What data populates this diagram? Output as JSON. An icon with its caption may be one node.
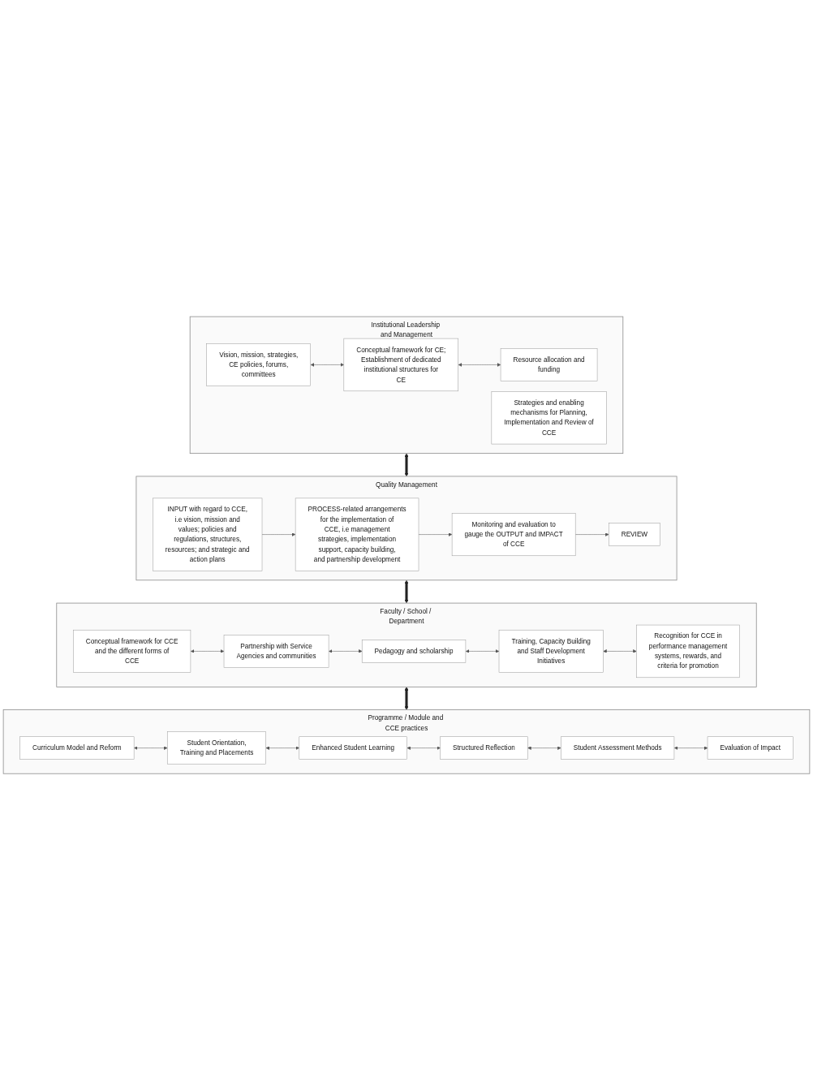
{
  "diagram": {
    "nodes": [
      {
        "text": [
          "Institutional Leadership and Management"
        ]
      },
      {
        "text": [
          "Vision, mission, strategies, CE policies, forums, committees"
        ],
        "in": 0
      },
      {
        "text": [
          "Conceptual framework for CE; Establishment of dedicated institutional structures for CE"
        ],
        "in": 0
      },
      {
        "text": [
          "Resource allocation and funding"
        ],
        "in": 0
      },
      {
        "text": [
          "Strategies and enabling mechanisms for Planning, Implementation and Review of CCE"
        ],
        "in": 0
      },
      {
        "text": [
          "Quality Management"
        ]
      },
      {
        "text": [
          "INPUT with regard to CCE, i.e vision, mission and values; policies and regulations, structures, resources; and strategic and action plans"
        ],
        "in": 5
      },
      {
        "text": [
          "PROCESS-related arrangements for the implementation of CCE, i.e management strategies, implementation support, capacity building, and partnership development"
        ],
        "in": 5
      },
      {
        "text": [
          "Monitoring and evaluation to gauge the OUTPUT and IMPACT of CCE"
        ],
        "in": 5
      },
      {
        "text": [
          "REVIEW"
        ],
        "in": 5
      },
      {
        "text": [
          "Faculty / School / Department"
        ]
      },
      {
        "text": [
          "Conceptual framework for CCE and the different forms of CCE"
        ],
        "in": 10
      },
      {
        "text": [
          "Partnership with Service Agencies and communities"
        ],
        "in": 10
      },
      {
        "text": [
          "Pedagogy and scholarship"
        ],
        "in": 10
      },
      {
        "text": [
          "Training, Capacity Building and Staff Development Initiatives"
        ],
        "in": 10
      },
      {
        "text": [
          "Recognition for CCE in performance management systems, rewards, and criteria for promotion"
        ],
        "in": 10
      },
      {
        "text": [
          "Programme / Module and CCE practices"
        ]
      },
      {
        "text": [
          "Curriculum Model and Reform"
        ],
        "in": 16
      },
      {
        "text": [
          "Student Orientation, Training and Placements"
        ],
        "in": 16
      },
      {
        "text": [
          "Enhanced Student Learning"
        ],
        "in": 16
      },
      {
        "text": [
          "Structured Reflection"
        ],
        "in": 16
      },
      {
        "text": [
          "Student Assessment Methods"
        ],
        "in": 16
      },
      {
        "text": [
          "Evaluation of Impact"
        ],
        "in": 16
      }
    ],
    "edges": [
      {
        "from": 1,
        "to": 2,
        "arrow": "both"
      },
      {
        "from": 2,
        "to": 3,
        "arrow": "both"
      },
      {
        "from": 0,
        "to": 5,
        "arrow": "both",
        "style": "thick"
      },
      {
        "from": 6,
        "to": 7,
        "arrow": "to"
      },
      {
        "from": 7,
        "to": 8,
        "arrow": "to"
      },
      {
        "from": 8,
        "to": 9,
        "arrow": "to"
      },
      {
        "from": 5,
        "to": 10,
        "arrow": "both",
        "style": "thick"
      },
      {
        "from": 11,
        "to": 12,
        "arrow": "both"
      },
      {
        "from": 12,
        "to": 13,
        "arrow": "both"
      },
      {
        "from": 13,
        "to": 14,
        "arrow": "both"
      },
      {
        "from": 14,
        "to": 15,
        "arrow": "both"
      },
      {
        "from": 10,
        "to": 16,
        "arrow": "both",
        "style": "thick"
      },
      {
        "from": 17,
        "to": 18,
        "arrow": "both"
      },
      {
        "from": 18,
        "to": 19,
        "arrow": "both"
      },
      {
        "from": 19,
        "to": 20,
        "arrow": "both"
      },
      {
        "from": 20,
        "to": 21,
        "arrow": "both"
      },
      {
        "from": 21,
        "to": 22,
        "arrow": "both"
      }
    ]
  }
}
